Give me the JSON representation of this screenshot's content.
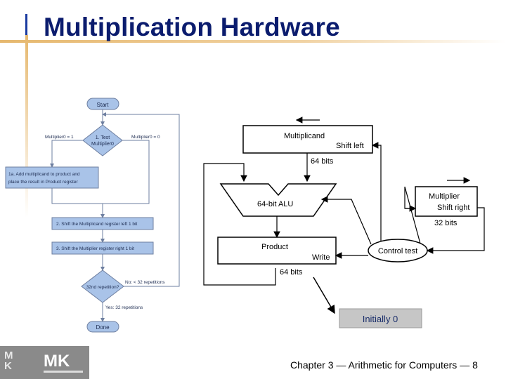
{
  "title": "Multiplication Hardware",
  "footer": "Chapter 3 — Arithmetic for Computers — 8",
  "flowchart": {
    "start": "Start",
    "test": [
      "1. Test",
      "Multiplier0"
    ],
    "branch_left": "Multiplier0 = 1",
    "branch_right": "Multiplier0 = 0",
    "step_1a": [
      "1a. Add multiplicand to product and",
      "place the result in Product register"
    ],
    "step_2": "2. Shift the Multiplicand register left 1 bit",
    "step_3": "3. Shift the Multiplier register right 1 bit",
    "decision": "32nd repetition?",
    "no_label": "No: < 32 repetitions",
    "yes_label": "Yes: 32 repetitions",
    "done": "Done"
  },
  "hardware": {
    "multiplicand": "Multiplicand",
    "shift_left": "Shift left",
    "bits_64_a": "64 bits",
    "alu": "64-bit ALU",
    "multiplier": "Multiplier",
    "shift_right": "Shift right",
    "bits_32": "32 bits",
    "product": "Product",
    "write": "Write",
    "bits_64_b": "64 bits",
    "control": "Control test"
  },
  "callout": "Initially 0",
  "logo": {
    "side": "M K",
    "main": "MK"
  }
}
